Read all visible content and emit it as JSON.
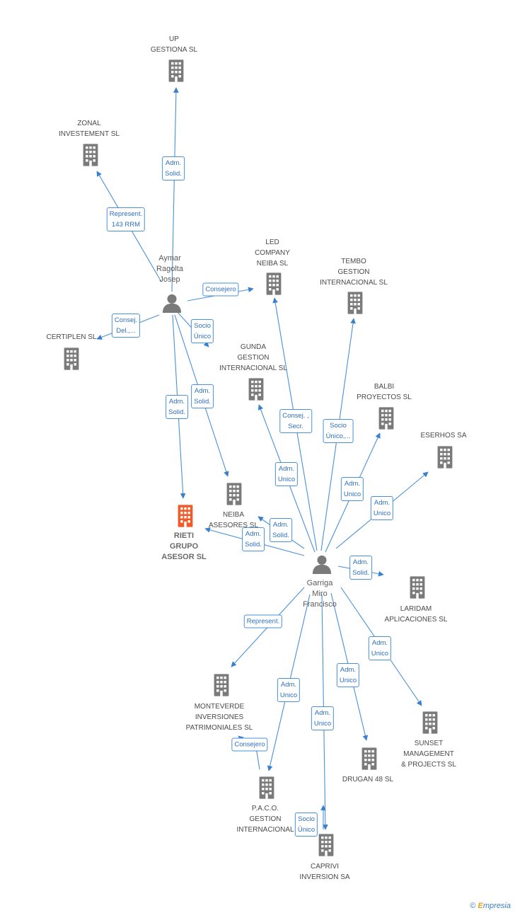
{
  "nodes": {
    "up": {
      "label": "UP\nGESTIONA  SL",
      "type": "company"
    },
    "zonal": {
      "label": "ZONAL\nINVESTEMENT SL",
      "type": "company"
    },
    "aymar": {
      "label": "Aymar\nRagolta\nJosep",
      "type": "person"
    },
    "led": {
      "label": "LED\nCOMPANY\nNEIBA SL",
      "type": "company"
    },
    "tembo": {
      "label": "TEMBO\nGESTION\nINTERNACIONAL SL",
      "type": "company"
    },
    "certiplen": {
      "label": "CERTIPLEN SL",
      "type": "company"
    },
    "gunda": {
      "label": "GUNDA\nGESTION\nINTERNACIONAL SL",
      "type": "company"
    },
    "balbi": {
      "label": "BALBI\nPROYECTOS SL",
      "type": "company"
    },
    "eserhos": {
      "label": "ESERHOS SA",
      "type": "company"
    },
    "rieti": {
      "label": "RIETI\nGRUPO\nASESOR SL",
      "type": "focus"
    },
    "neiba": {
      "label": "NEIBA\nASESORES SL",
      "type": "company"
    },
    "garriga": {
      "label": "Garriga\nMiro\nFrancisco",
      "type": "person"
    },
    "laridam": {
      "label": "LARIDAM\nAPLICACIONES SL",
      "type": "company"
    },
    "monteverde": {
      "label": "MONTEVERDE\nINVERSIONES\nPATRIMONIALES SL",
      "type": "company"
    },
    "sunset": {
      "label": "SUNSET\nMANAGEMENT\n& PROJECTS SL",
      "type": "company"
    },
    "drugan": {
      "label": "DRUGAN 48 SL",
      "type": "company"
    },
    "paco": {
      "label": "P.A.C.O.\nGESTION\nINTERNACIONAL",
      "type": "company"
    },
    "caprivi": {
      "label": "CAPRIVI\nINVERSION SA",
      "type": "company"
    }
  },
  "edges": [
    {
      "from": "aymar",
      "to": "up",
      "label": "Adm.\nSolid."
    },
    {
      "from": "aymar",
      "to": "zonal",
      "label": "Represent.\n143 RRM"
    },
    {
      "from": "aymar",
      "to": "led",
      "label": "Consejero"
    },
    {
      "from": "aymar",
      "to": "certiplen",
      "label": "Consej.\nDel.,..."
    },
    {
      "from": "aymar",
      "to": "rieti_socio",
      "label": "Socio\nÚnico"
    },
    {
      "from": "aymar",
      "to": "rieti",
      "label": "Adm.\nSolid."
    },
    {
      "from": "aymar",
      "to": "neiba",
      "label": "Adm.\nSolid."
    },
    {
      "from": "garriga",
      "to": "led",
      "label": "Consej. ,\nSecr."
    },
    {
      "from": "garriga",
      "to": "tembo",
      "label": "Socio\nÚnico,..."
    },
    {
      "from": "garriga",
      "to": "gunda",
      "label": "Adm.\nUnico"
    },
    {
      "from": "garriga",
      "to": "balbi",
      "label": "Adm.\nUnico"
    },
    {
      "from": "garriga",
      "to": "eserhos",
      "label": "Adm.\nUnico"
    },
    {
      "from": "garriga",
      "to": "neiba",
      "label": "Adm.\nSolid."
    },
    {
      "from": "garriga",
      "to": "rieti",
      "label": "Adm.\nSolid."
    },
    {
      "from": "garriga",
      "to": "laridam",
      "label": "Adm.\nSolid."
    },
    {
      "from": "garriga",
      "to": "monteverde",
      "label": "Represent."
    },
    {
      "from": "garriga",
      "to": "sunset",
      "label": "Adm.\nUnico"
    },
    {
      "from": "garriga",
      "to": "drugan",
      "label": "Adm.\nUnico"
    },
    {
      "from": "garriga",
      "to": "paco",
      "label": "Adm.\nUnico"
    },
    {
      "from": "garriga",
      "to": "caprivi",
      "label": "Adm.\nUnico"
    },
    {
      "from": "paco",
      "to": "monteverde",
      "label": "Consejero"
    },
    {
      "from": "paco",
      "to": "caprivi",
      "label": "Socio\nÚnico"
    }
  ],
  "colors": {
    "edge": "#4a90d9",
    "company": "#7a7a7a",
    "focus": "#f05a28",
    "person": "#7a7a7a"
  },
  "brand": {
    "copyright": "©",
    "first": "E",
    "rest": "mpresia"
  }
}
